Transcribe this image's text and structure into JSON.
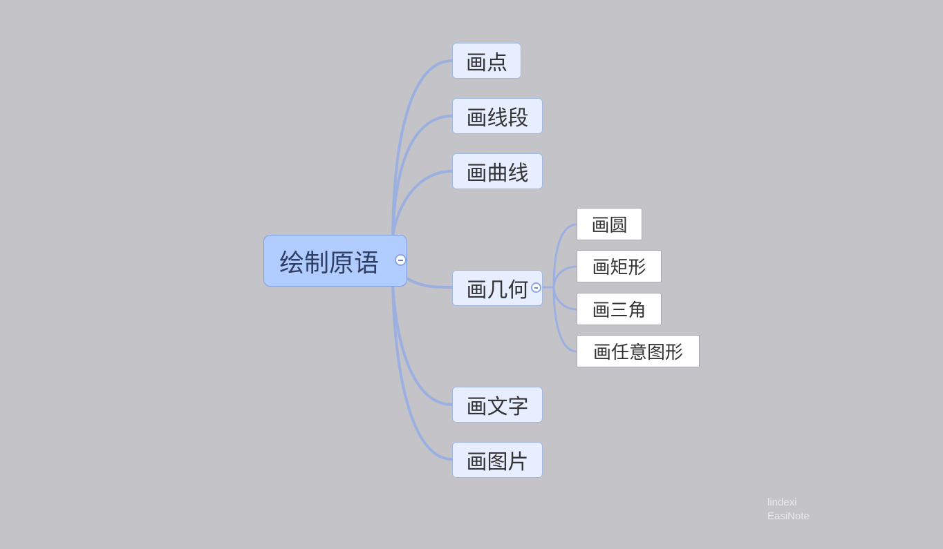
{
  "mindmap": {
    "root": {
      "label": "绘制原语"
    },
    "branches": [
      {
        "label": "画点"
      },
      {
        "label": "画线段"
      },
      {
        "label": "画曲线"
      },
      {
        "label": "画几何",
        "children": [
          {
            "label": "画圆"
          },
          {
            "label": "画矩形"
          },
          {
            "label": "画三角"
          },
          {
            "label": "画任意图形"
          }
        ]
      },
      {
        "label": "画文字"
      },
      {
        "label": "画图片"
      }
    ]
  },
  "colors": {
    "background": "#c4c3c8",
    "link": "#9bb0e0",
    "root_fill": "#b1cdff",
    "branch_fill": "#e6eeff",
    "subnode_fill": "#ffffff"
  },
  "watermark": {
    "line1": "lindexi",
    "line2": "EasiNote"
  }
}
